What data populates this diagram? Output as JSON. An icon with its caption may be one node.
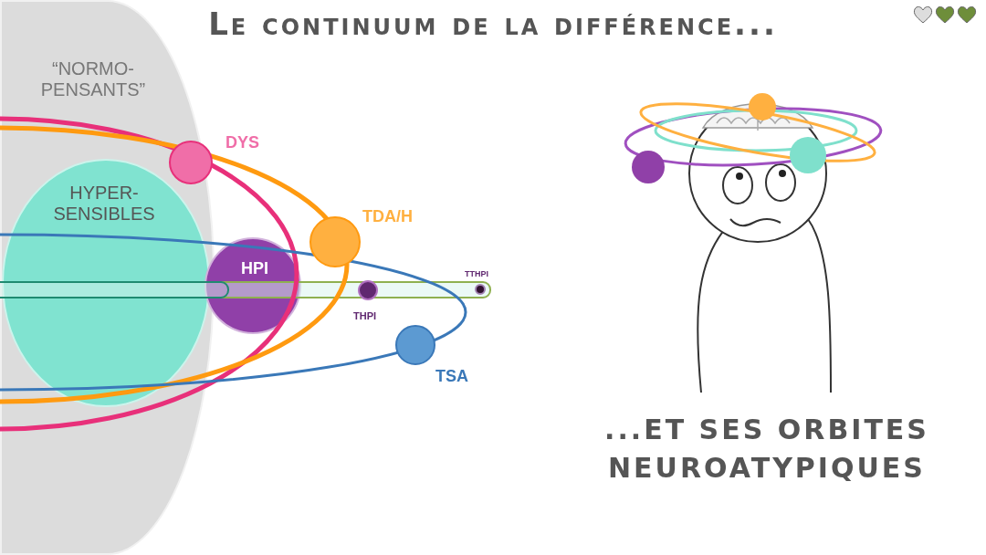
{
  "diagram": {
    "title": "Le continuum de la différence...",
    "nodes": [
      {
        "text": [
          "“NORMO-PENSANTS”"
        ]
      },
      {
        "text": [
          "HYPER-SENSIBLES"
        ],
        "in": 0
      },
      {
        "text": [],
        "shape": "circle",
        "beside": [
          "DYS"
        ],
        "in": 0
      },
      {
        "text": [],
        "shape": "circle",
        "beside": [
          "TDA/H"
        ]
      },
      {
        "text": [
          "HPI"
        ]
      },
      {
        "text": [],
        "shape": "circle",
        "beside": [
          "THPI"
        ]
      },
      {
        "text": [],
        "shape": "circle",
        "beside": [
          "TTHPI"
        ]
      },
      {
        "text": [],
        "shape": "circle",
        "beside": [
          "TSA"
        ]
      }
    ],
    "labels": [
      "...ET SES ORBITES NEUROATYPIQUES"
    ]
  }
}
